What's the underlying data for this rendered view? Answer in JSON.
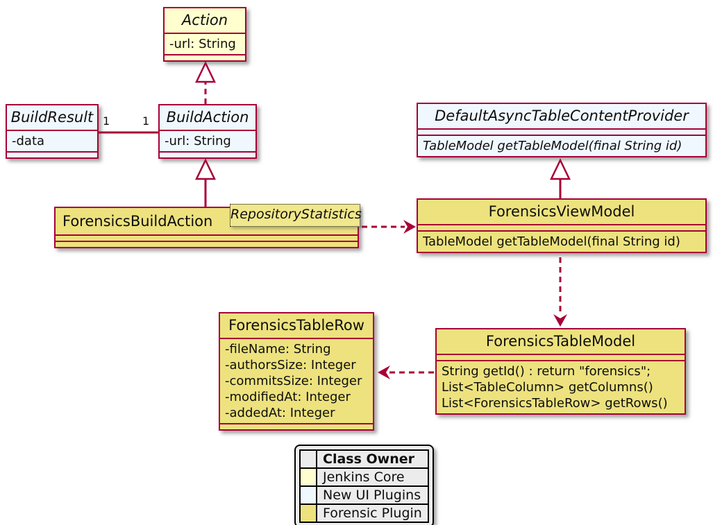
{
  "colors": {
    "border": "#A80036",
    "jenkins_core": "#FEFECE",
    "new_ui_plugins": "#F0F8FF",
    "forensic_plugin": "#EDE27E",
    "note_background": "#F1E78C"
  },
  "classes": {
    "action": {
      "name": "Action",
      "attributes": [
        "-url: String"
      ]
    },
    "buildResult": {
      "name": "BuildResult",
      "attributes": [
        "-data"
      ]
    },
    "buildAction": {
      "name": "BuildAction",
      "attributes": [
        "-url: String"
      ]
    },
    "defaultAsyncTableContentProvider": {
      "name": "DefaultAsyncTableContentProvider",
      "methods": [
        "TableModel getTableModel(final String id)"
      ]
    },
    "forensicsBuildAction": {
      "name": "ForensicsBuildAction"
    },
    "forensicsViewModel": {
      "name": "ForensicsViewModel",
      "methods": [
        "TableModel getTableModel(final String id)"
      ]
    },
    "forensicsTableModel": {
      "name": "ForensicsTableModel",
      "methods": [
        "String getId() : return \"forensics\";",
        "List<TableColumn> getColumns()",
        "List<ForensicsTableRow> getRows()"
      ]
    },
    "forensicsTableRow": {
      "name": "ForensicsTableRow",
      "attributes": [
        "-fileName: String",
        "-authorsSize: Integer",
        "-commitsSize: Integer",
        "-modifiedAt: Integer",
        "-addedAt: Integer"
      ]
    }
  },
  "note": {
    "text": "RepositoryStatistics"
  },
  "association": {
    "left_multiplicity": "1",
    "right_multiplicity": "1"
  },
  "legend": {
    "header": "Class Owner",
    "rows": [
      {
        "label": "Jenkins Core",
        "color": "#FEFECE"
      },
      {
        "label": "New UI Plugins",
        "color": "#F0F8FF"
      },
      {
        "label": "Forensic Plugin",
        "color": "#EDE27E"
      }
    ]
  }
}
